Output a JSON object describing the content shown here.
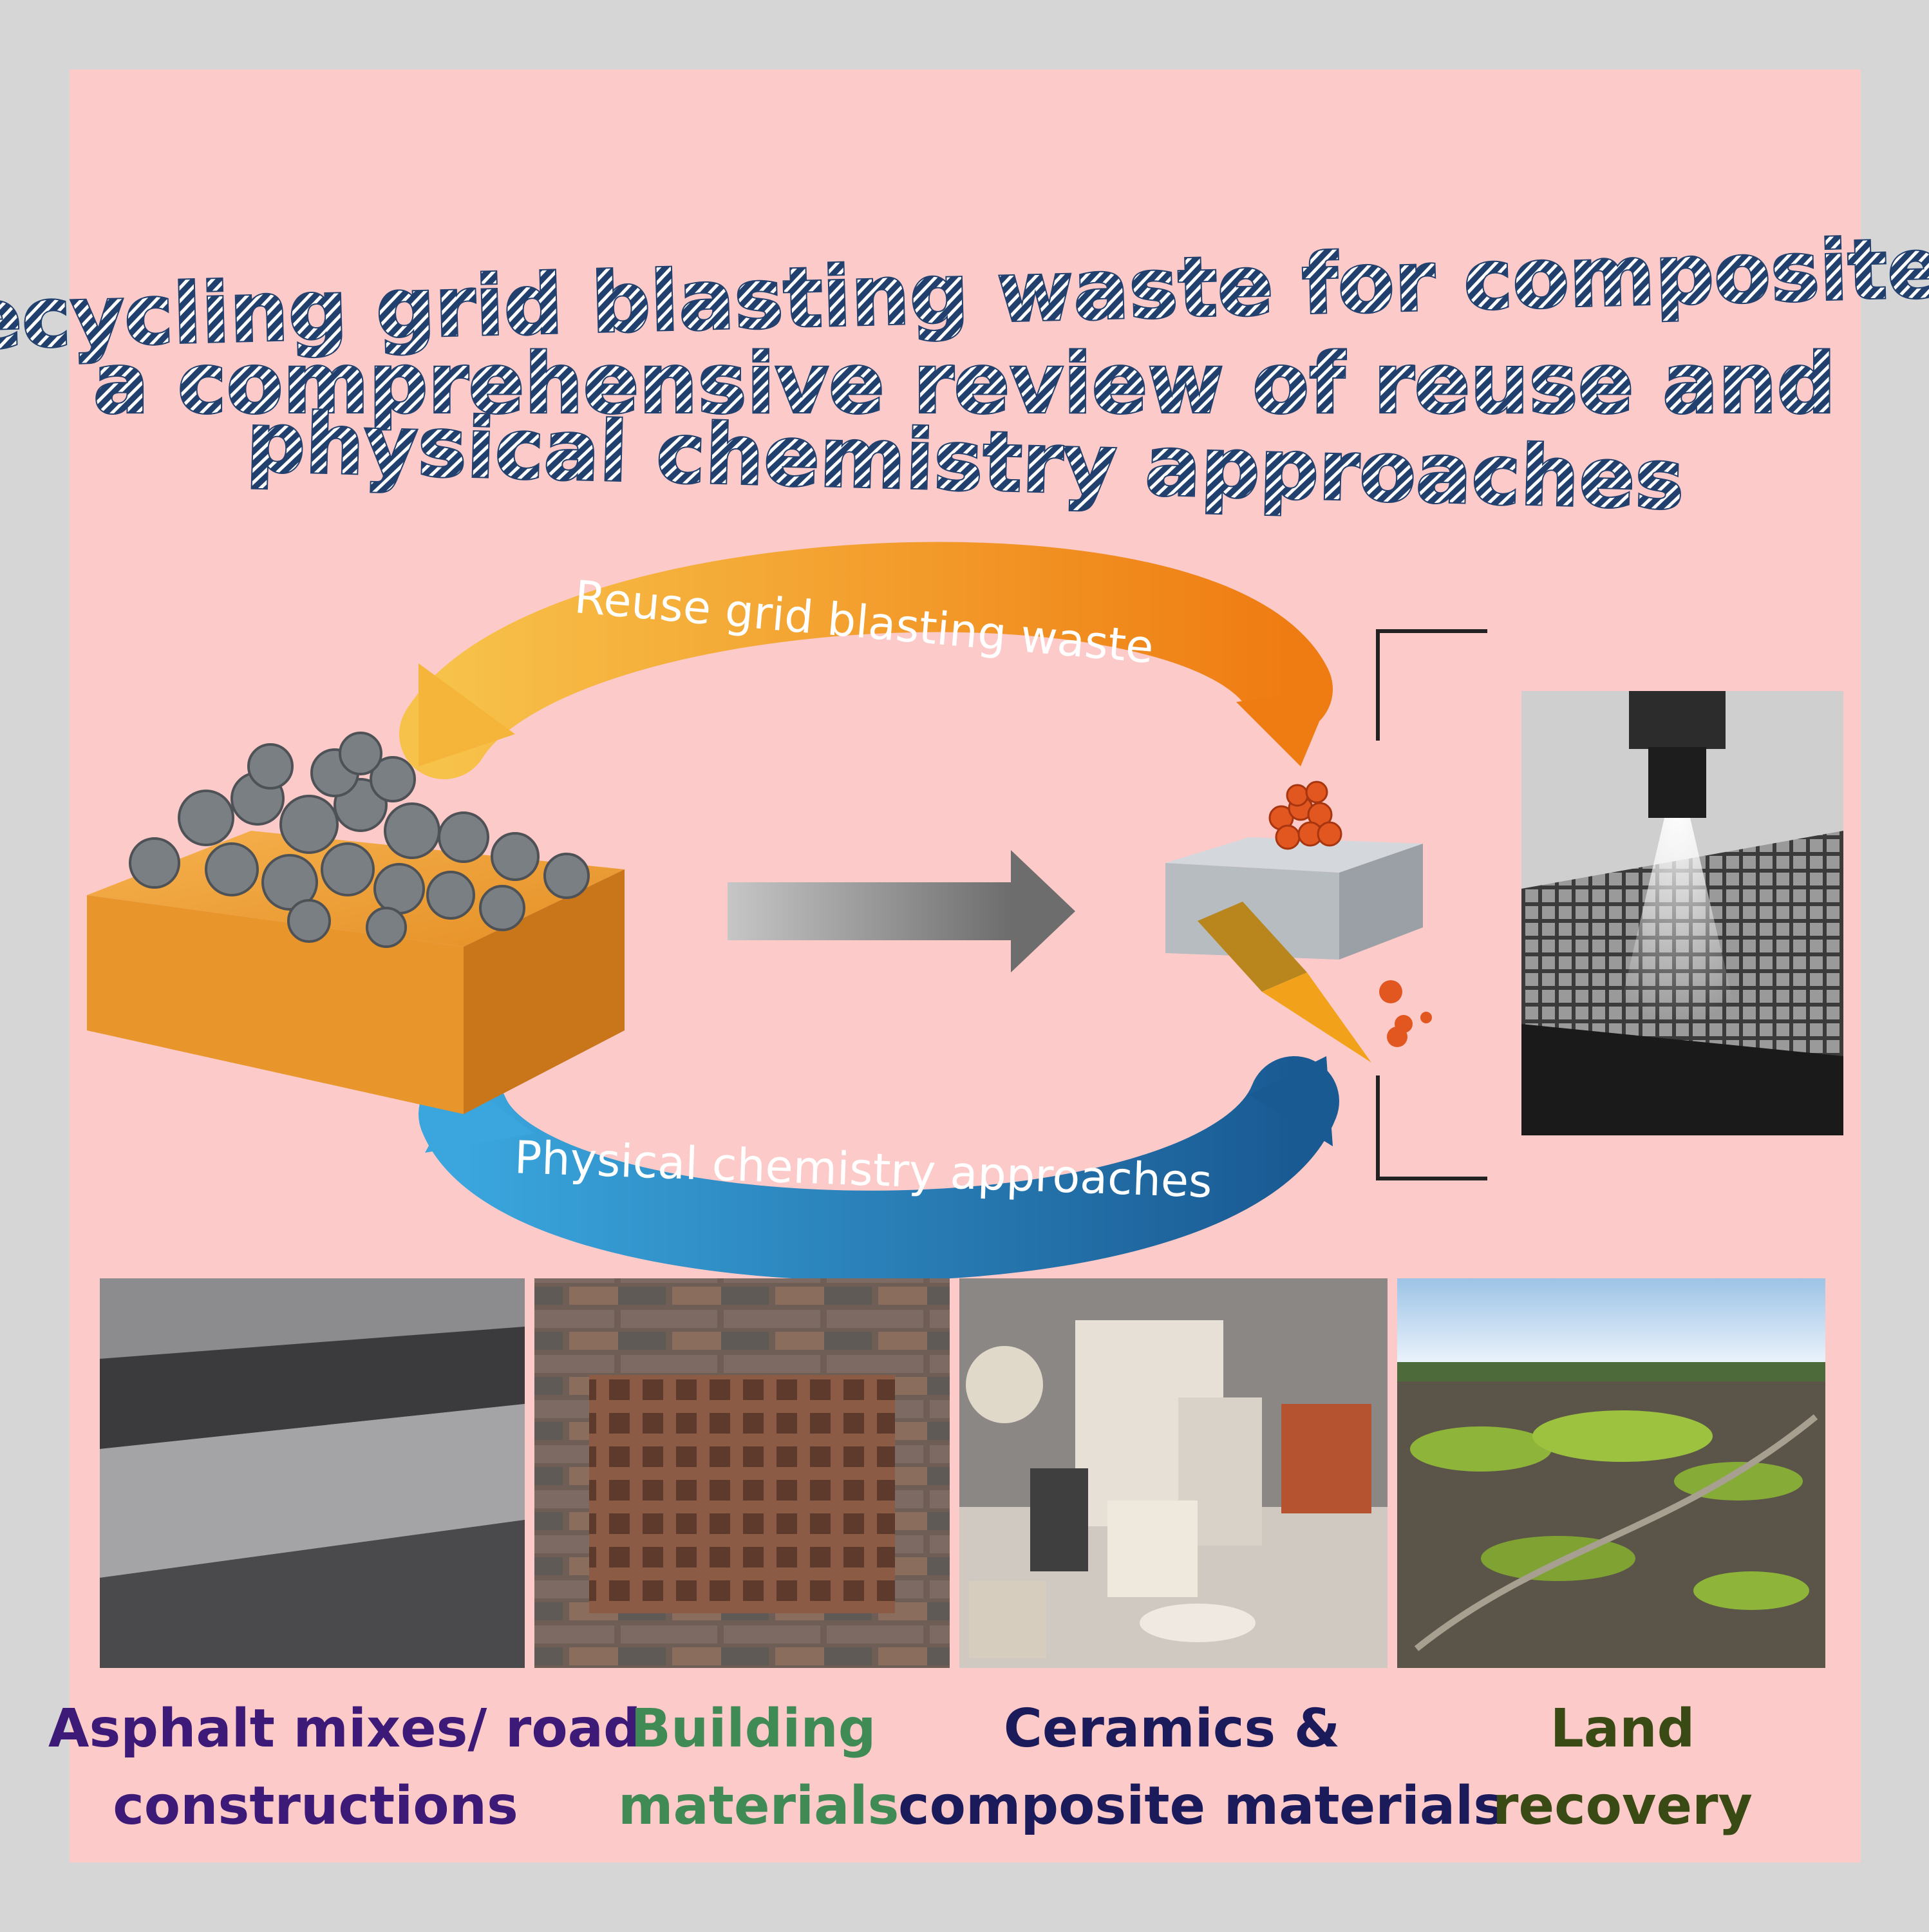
{
  "title": {
    "line1": "Recycling grid blasting waste for composites:",
    "line2": "a comprehensive review of reuse and",
    "line3": "physical chemistry approaches"
  },
  "arrows": {
    "top_label": "Reuse grid blasting waste",
    "bottom_label": "Physical chemistry approaches"
  },
  "applications": [
    {
      "line1": "Asphalt mixes/ road",
      "line2": "constructions",
      "color": "#3d1a78"
    },
    {
      "line1": "Building",
      "line2": "materials",
      "color": "#3f8a55"
    },
    {
      "line1": "Ceramics &",
      "line2": "composite materials",
      "color": "#1b1b5c"
    },
    {
      "line1": "Land",
      "line2": "recovery",
      "color": "#3a4a14"
    }
  ],
  "colors": {
    "background": "#fccbc9",
    "frame": "#d6d6d6",
    "title_fill": "#22406e",
    "top_arrow": "#f39a1e",
    "bottom_arrow": "#1f7dbf",
    "box": "#f0a23a"
  }
}
